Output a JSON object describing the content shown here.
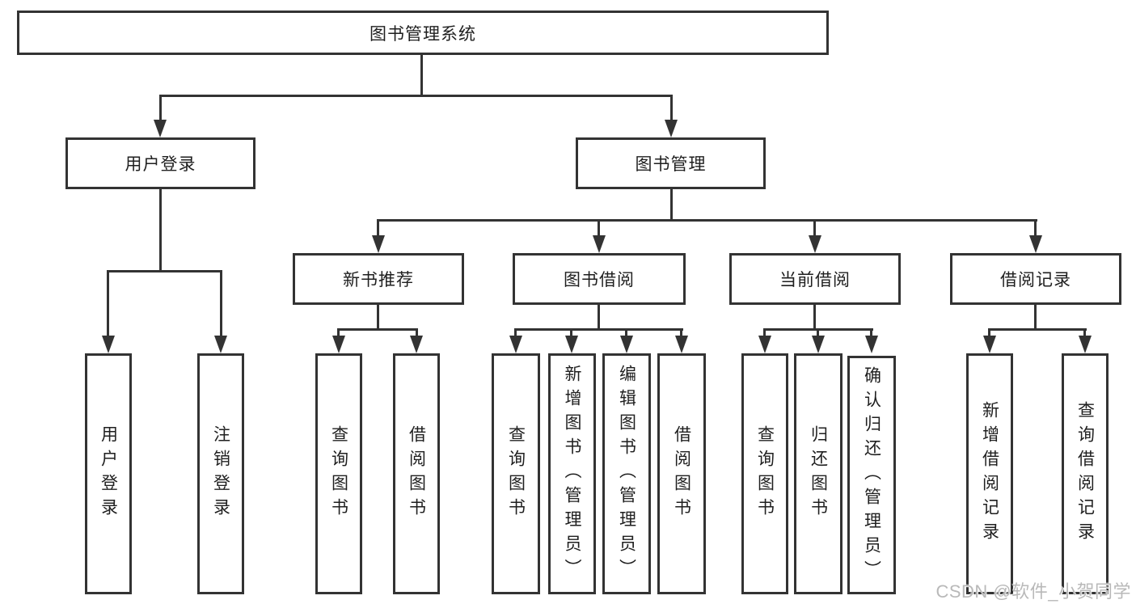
{
  "diagram": {
    "type": "hierarchy-tree",
    "direction": "top-down",
    "colors": {
      "line": "#333333",
      "text": "#1f1f1f",
      "background": "#ffffff",
      "watermark": "#b9b9b9"
    }
  },
  "tree": {
    "root": {
      "label": "图书管理系统",
      "children": [
        {
          "label": "用户登录",
          "children": [
            {
              "label": "用户登录"
            },
            {
              "label": "注销登录"
            }
          ]
        },
        {
          "label": "图书管理",
          "children": [
            {
              "label": "新书推荐",
              "children": [
                {
                  "label": "查询图书"
                },
                {
                  "label": "借阅图书"
                }
              ]
            },
            {
              "label": "图书借阅",
              "children": [
                {
                  "label": "查询图书"
                },
                {
                  "label": "新增图书（管理员）"
                },
                {
                  "label": "编辑图书（管理员）"
                },
                {
                  "label": "借阅图书"
                }
              ]
            },
            {
              "label": "当前借阅",
              "children": [
                {
                  "label": "查询图书"
                },
                {
                  "label": "归还图书"
                },
                {
                  "label": "确认归还（管理员）"
                }
              ]
            },
            {
              "label": "借阅记录",
              "children": [
                {
                  "label": "新增借阅记录"
                },
                {
                  "label": "查询借阅记录"
                }
              ]
            }
          ]
        }
      ]
    }
  },
  "watermark": {
    "text": "CSDN @软件_小贺同学"
  }
}
